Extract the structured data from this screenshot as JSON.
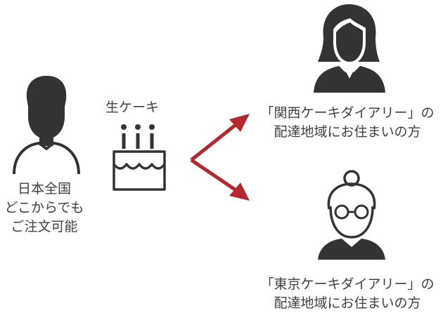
{
  "diagram": {
    "customer": {
      "lines": [
        "日本全国",
        "どこからでも",
        "ご注文可能"
      ],
      "icon": "man-avatar-icon"
    },
    "product": {
      "label": "生ケーキ",
      "icon": "cake-icon"
    },
    "arrow": {
      "icon": "branch-arrow-icon",
      "color": "#b2282c"
    },
    "recipients": [
      {
        "icon": "woman-avatar-icon",
        "lines": [
          "「関西ケーキダイアリー」の",
          "配達地域にお住まいの方"
        ]
      },
      {
        "icon": "elderly-woman-avatar-icon",
        "lines": [
          "「東京ケーキダイアリー」の",
          "配達地域にお住まいの方"
        ]
      }
    ],
    "icon_color": "#333333"
  }
}
